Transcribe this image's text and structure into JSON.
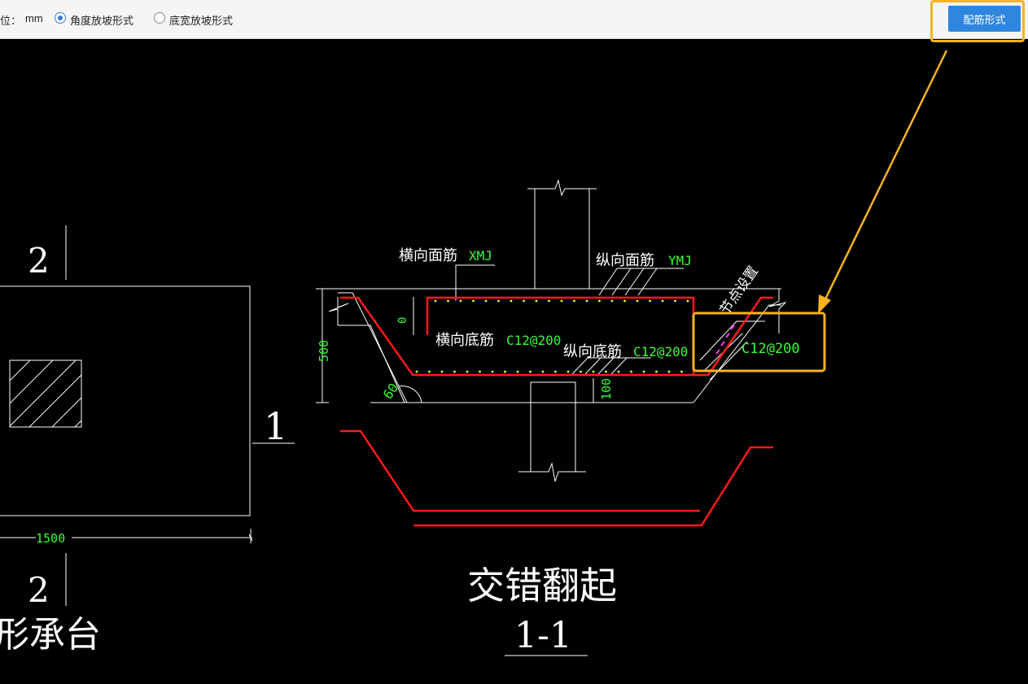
{
  "toolbar": {
    "unit_label": "位：",
    "unit_value": "mm",
    "radio_angle_slope": "角度放坡形式",
    "radio_width_slope": "底宽放坡形式",
    "selected": "angle",
    "config_button": "配筋形式"
  },
  "drawing": {
    "plan_section_marker_top": "2",
    "plan_section_marker_bottom": "2",
    "plan_section_marker_right": "1",
    "plan_width_dim": "1500",
    "plan_caption": "形承台",
    "labels": {
      "top_transverse": "横向面筋",
      "top_transverse_code": "XMJ",
      "top_longitudinal": "纵向面筋",
      "top_longitudinal_code": "YMJ",
      "bottom_transverse": "横向底筋",
      "bottom_transverse_code": "C12@200",
      "bottom_longitudinal": "纵向底筋",
      "bottom_longitudinal_code": "C12@200",
      "side_node": "节点设置",
      "side_code": "C12@200",
      "dim_height": "500",
      "dim_cover_top": "0",
      "dim_cover_bottom": "100",
      "slope_angle": "60"
    },
    "section_title": "交错翻起",
    "section_mark": "1-1"
  },
  "colors": {
    "rebar_red": "#ff1a1a",
    "dim_green": "#33ff33",
    "highlight_orange": "#f7b322",
    "button_blue": "#2e86de"
  }
}
